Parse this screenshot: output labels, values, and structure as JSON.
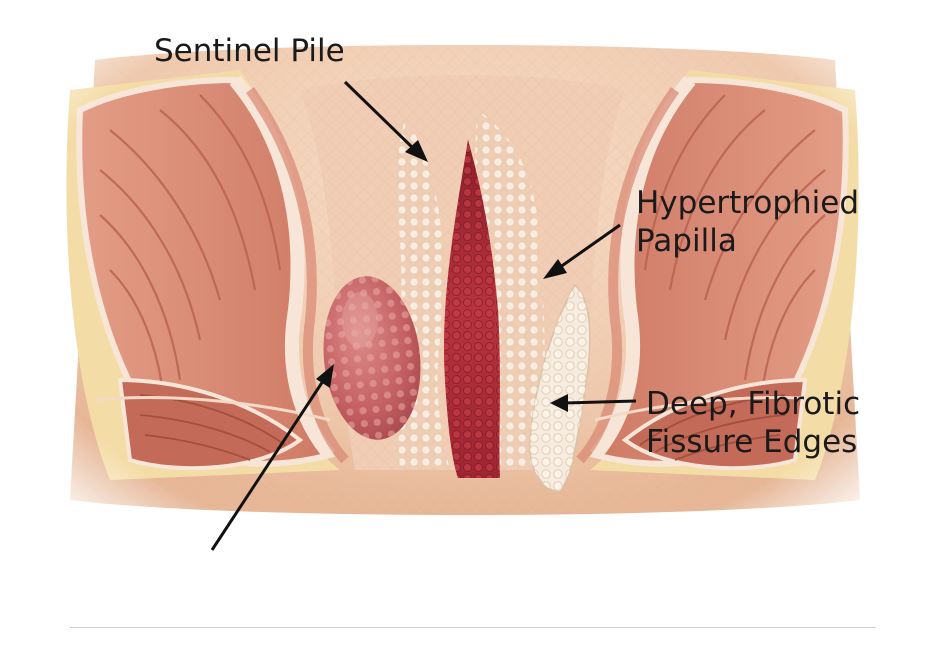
{
  "labels": {
    "sentinel_pile": {
      "lines": [
        "Sentinel Pile"
      ]
    },
    "hypertrophied_papilla": {
      "lines": [
        "Hypertrophied",
        "Papilla"
      ]
    },
    "fissure_edges": {
      "lines": [
        "Deep, Fibrotic",
        "Fissure Edges"
      ]
    }
  },
  "colors": {
    "skin": "#f0cbb0",
    "muscle": "#d98672",
    "muscle_band": "#c46a58",
    "fat": "#f4dca6",
    "fissure": "#b32f3a",
    "pile": "#c9666a",
    "fibrotic_tissue": "#f4e7d6",
    "arrow": "#111111"
  }
}
